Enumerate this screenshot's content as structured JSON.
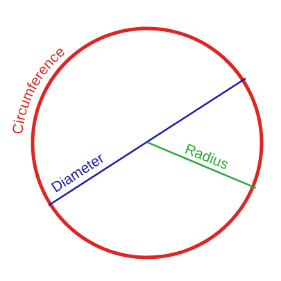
{
  "labels": {
    "circumference": "Circumference",
    "diameter": "Diameter",
    "radius": "Radius"
  },
  "colors": {
    "circumference": "#e02424",
    "diameter": "#1c1ca8",
    "radius": "#2aa838",
    "background": "#ffffff"
  }
}
